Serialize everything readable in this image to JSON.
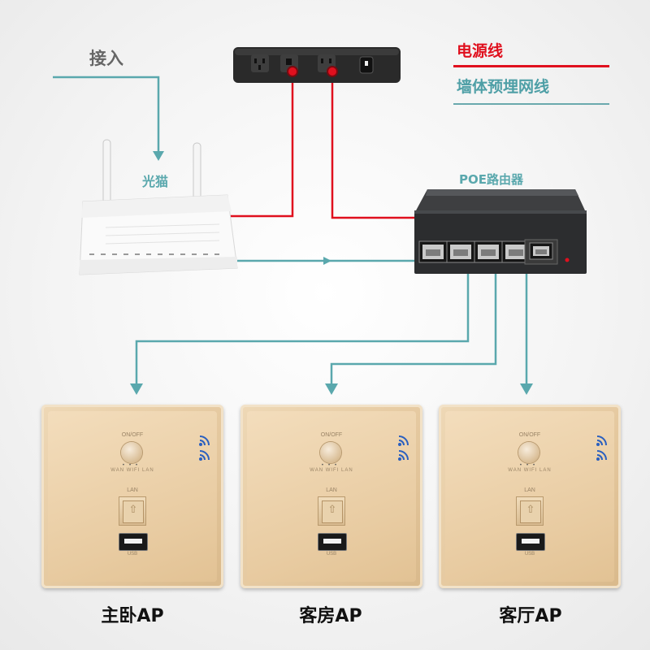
{
  "texts": {
    "input": "接入",
    "modem": "光猫",
    "poe_router": "POE路由器",
    "legend_power": "电源线",
    "legend_network": "墙体预埋网线"
  },
  "colors": {
    "power_line": "#e0101e",
    "network_line": "#5aa8ad"
  },
  "aps": [
    {
      "label": "主卧AP",
      "panel": {
        "onoff": "ON/OFF",
        "leds": "WAN WIFI LAN",
        "lan": "LAN",
        "usb": "USB"
      }
    },
    {
      "label": "客房AP",
      "panel": {
        "onoff": "ON/OFF",
        "leds": "WAN WIFI LAN",
        "lan": "LAN",
        "usb": "USB"
      }
    },
    {
      "label": "客厅AP",
      "panel": {
        "onoff": "ON/OFF",
        "leds": "WAN WIFI LAN",
        "lan": "LAN",
        "usb": "USB"
      }
    }
  ]
}
